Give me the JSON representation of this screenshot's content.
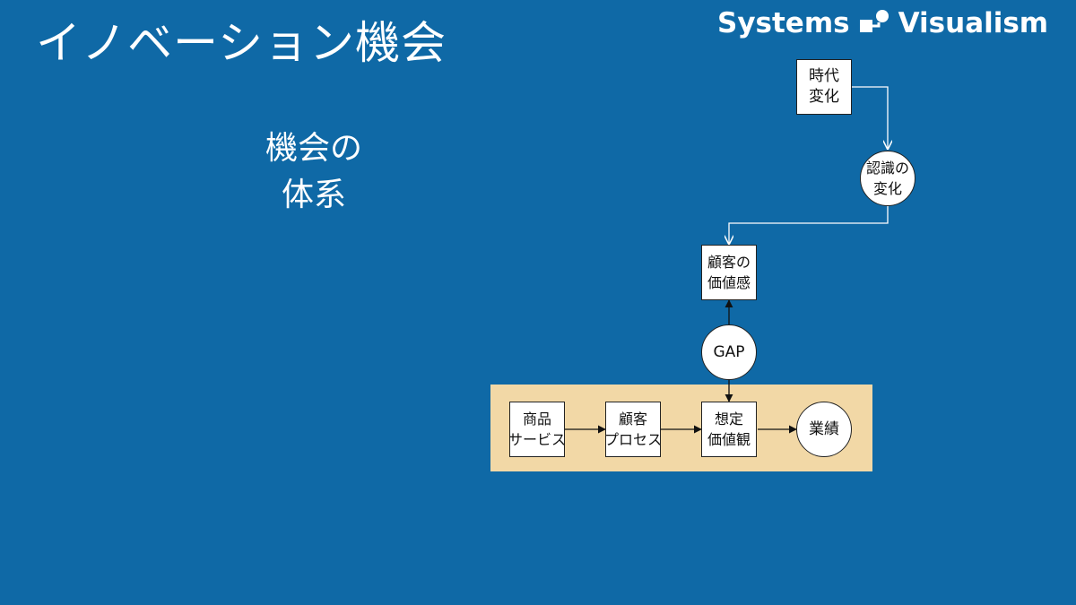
{
  "slide": {
    "title": "イノベーション機会",
    "subtitle": [
      "機会の",
      "体系"
    ]
  },
  "logo": {
    "word1": "Systems",
    "word2": "Visualism"
  },
  "diagram": {
    "nodes": {
      "time_change": [
        "時代",
        "変化"
      ],
      "perception_change": [
        "認識の",
        "変化"
      ],
      "customer_values": [
        "顧客の",
        "価値感"
      ],
      "gap": [
        "GAP"
      ],
      "product_service": [
        "商品",
        "サービス"
      ],
      "customer_process": [
        "顧客",
        "プロセス"
      ],
      "assumed_values": [
        "想定",
        "価値観"
      ],
      "performance": [
        "業績"
      ]
    }
  },
  "colors": {
    "background": "#0f69a6",
    "panel": "#f2d8a6",
    "node_fill": "#ffffff",
    "connector_light": "#ffffff",
    "connector_dark": "#111111"
  }
}
